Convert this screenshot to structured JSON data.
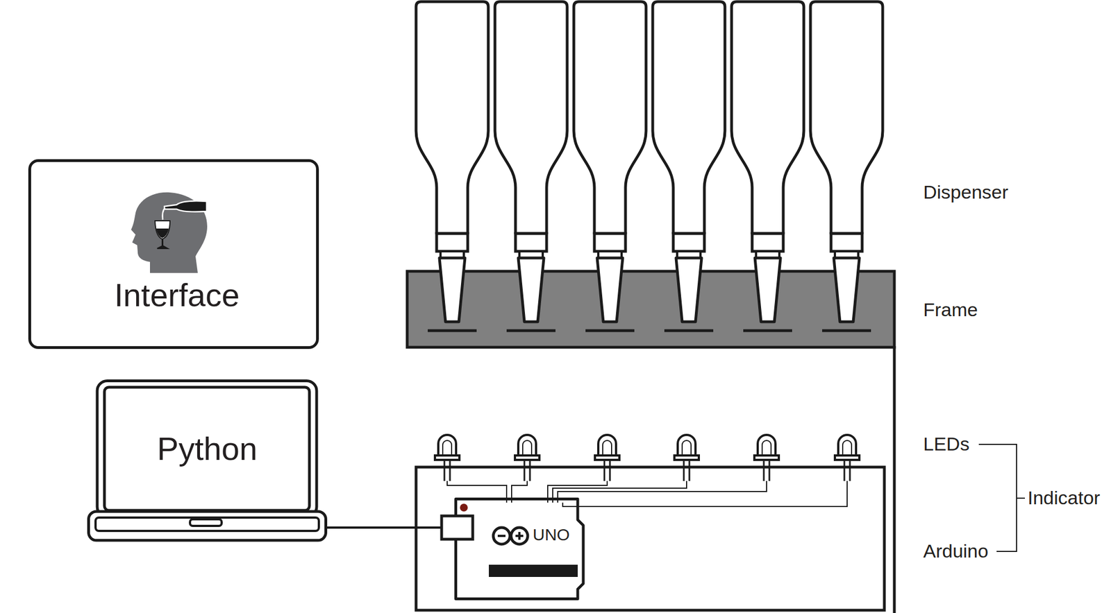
{
  "diagram": {
    "nodes": [
      {
        "text": [
          "Interface"
        ]
      },
      {
        "text": [
          "Python"
        ]
      },
      {
        "text": [
          "UNO"
        ]
      }
    ],
    "edges": [
      {
        "from": 1,
        "to": 2,
        "arrow": "none"
      }
    ],
    "labels": [
      "Dispenser",
      "Frame",
      "LEDs",
      "Indicator",
      "Arduino"
    ]
  }
}
